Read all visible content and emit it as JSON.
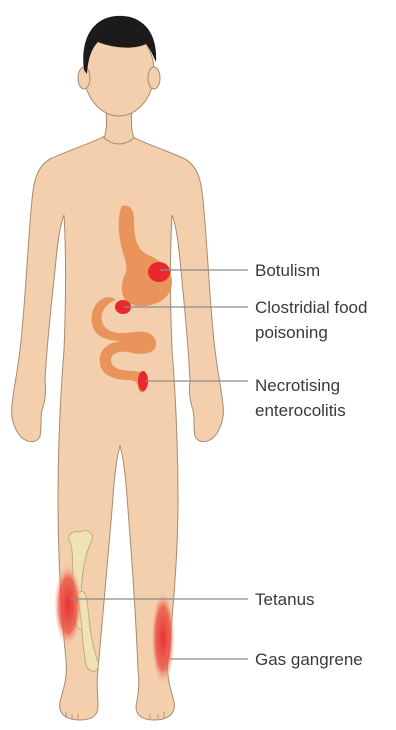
{
  "labels": {
    "botulism": "Botulism",
    "clostridial_line1": "Clostridial food",
    "clostridial_line2": "poisoning",
    "necrotising_line1": "Necrotising",
    "necrotising_line2": "enterocolitis",
    "tetanus": "Tetanus",
    "gas_gangrene": "Gas gangrene"
  },
  "colors": {
    "skin": "#f3cfad",
    "skin_outline": "#a88a6e",
    "hair": "#1b1b1b",
    "gut": "#e8945a",
    "infection": "#e8282b",
    "bone": "#efe2b4",
    "bone_outline": "#bfae78",
    "leader_line": "#8c8c8c",
    "label_text": "#3a3a3a"
  }
}
